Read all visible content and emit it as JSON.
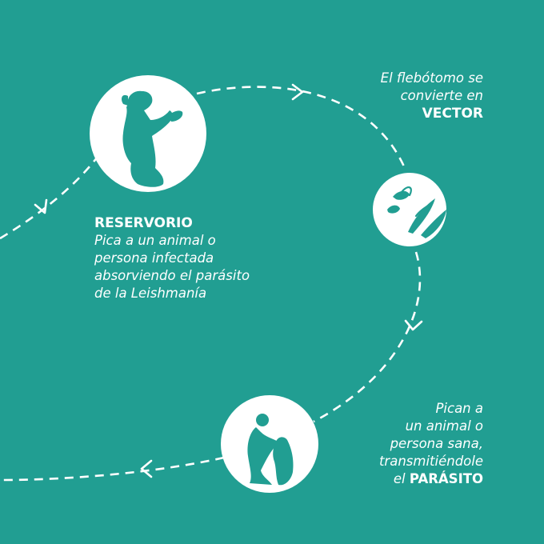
{
  "steps": {
    "reservorio": {
      "title": "RESERVORIO",
      "lines": [
        "Pica a un animal o",
        "persona infectada",
        "absorviendo el parásito",
        "de la Leishmanía"
      ],
      "icon": "dog-icon"
    },
    "vector": {
      "lines": [
        "El flebótomo se",
        "convierte en"
      ],
      "title": "VECTOR",
      "icon": "sandfly-parasite-icon"
    },
    "parasito": {
      "lines": [
        "Pican a",
        "un animal o",
        "persona sana,",
        "transmitiéndole"
      ],
      "prefix": "el",
      "title": "PARÁSITO",
      "icon": "person-with-dog-icon"
    }
  },
  "colors": {
    "background": "#219e92",
    "foreground": "#ffffff"
  }
}
